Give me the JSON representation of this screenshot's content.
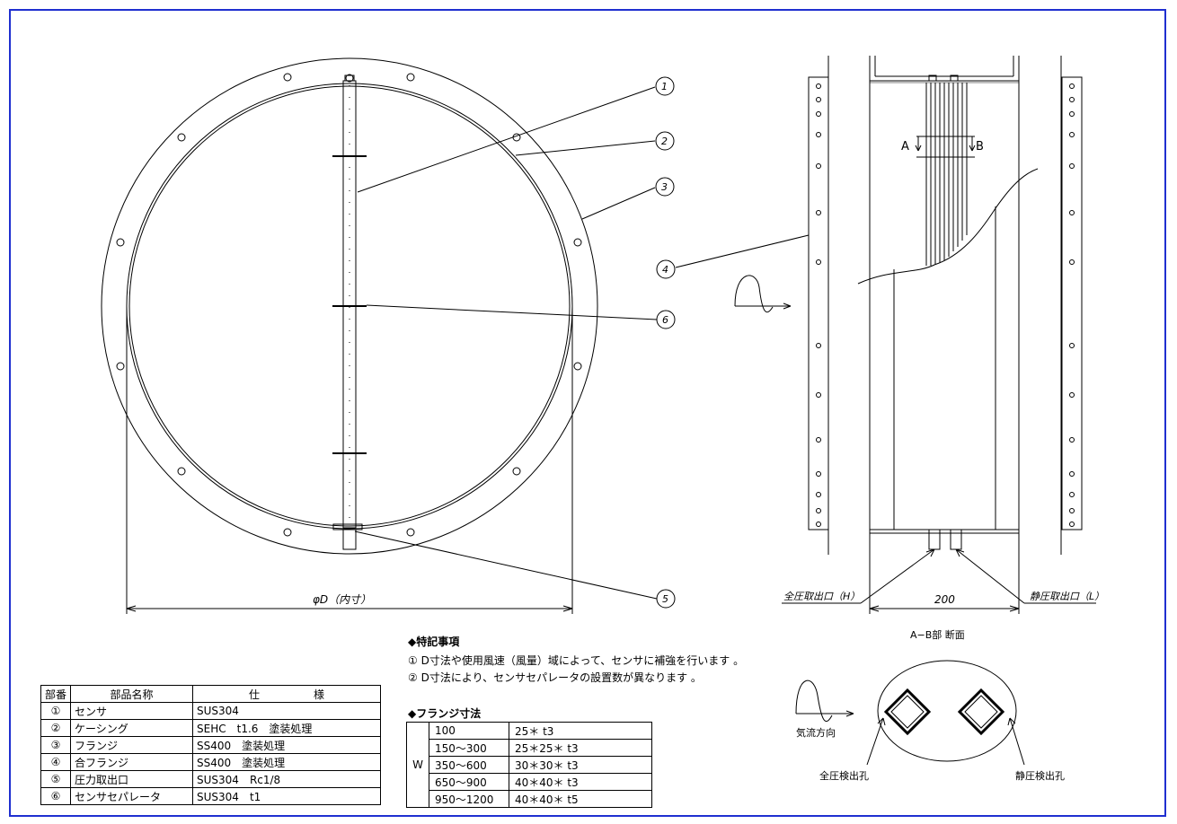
{
  "drawing": {
    "dimension_diameter": "φD（内寸）",
    "dimension_width": "200",
    "label_total_pressure_outlet": "全圧取出口（H）",
    "label_static_pressure_outlet": "静圧取出口（L）",
    "section_label_a": "A",
    "section_label_b": "B",
    "section_title": "A−B部 断面",
    "airflow_direction": "気流方向",
    "total_pressure_hole": "全圧検出孔",
    "static_pressure_hole": "静圧検出孔",
    "balloons": [
      "1",
      "2",
      "3",
      "4",
      "5",
      "6"
    ]
  },
  "notes": {
    "title": "◆特記事項",
    "items": [
      "① D寸法や使用風速（風量）域によって、センサに補強を行います 。",
      "② D寸法により、センサセパレータの設置数が異なります 。"
    ]
  },
  "parts_table": {
    "headers": [
      "部番",
      "部品名称",
      "仕　　　　　様"
    ],
    "rows": [
      {
        "no": "①",
        "name": "センサ",
        "spec": "SUS304"
      },
      {
        "no": "②",
        "name": "ケーシング",
        "spec": "SEHC　t1.6　塗装処理"
      },
      {
        "no": "③",
        "name": "フランジ",
        "spec": "SS400　塗装処理"
      },
      {
        "no": "④",
        "name": "合フランジ",
        "spec": "SS400　塗装処理"
      },
      {
        "no": "⑤",
        "name": "圧力取出口",
        "spec": "SUS304　Rc1/8"
      },
      {
        "no": "⑥",
        "name": "センサセパレータ",
        "spec": "SUS304　t1"
      }
    ]
  },
  "flange_table": {
    "title": "◆フランジ寸法",
    "row_label": "W",
    "rows": [
      {
        "range": "100",
        "size": "25＊ t3"
      },
      {
        "range": "150～300",
        "size": "25＊25＊ t3"
      },
      {
        "range": "350～600",
        "size": "30＊30＊ t3"
      },
      {
        "range": "650～900",
        "size": "40＊40＊ t3"
      },
      {
        "range": "950～1200",
        "size": "40＊40＊ t5"
      }
    ]
  },
  "colors": {
    "border": "#1f2fd0",
    "line": "#000000"
  }
}
